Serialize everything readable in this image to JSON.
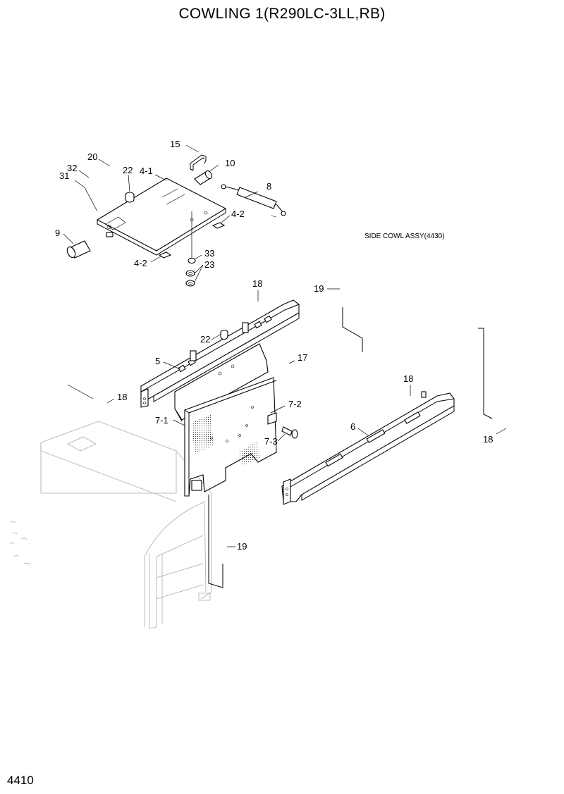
{
  "title": "COWLING 1(R290LC-3LL,RB)",
  "page_number": "4410",
  "reference_note": "SIDE COWL ASSY(4430)",
  "labels": {
    "p15": "15",
    "p10": "10",
    "p20": "20",
    "p32": "32",
    "p31": "31",
    "p22a": "22",
    "p4_1": "4-1",
    "p8": "8",
    "p4_2a": "4-2",
    "p9": "9",
    "p33": "33",
    "p4_2b": "4-2",
    "p23": "23",
    "p18a": "18",
    "p19a": "19",
    "p22b": "22",
    "p5": "5",
    "p17": "17",
    "p18b": "18",
    "p7_2": "7-2",
    "p7_1": "7-1",
    "p7_3": "7-3",
    "p18c": "18",
    "p6": "6",
    "p18d": "18",
    "p19b": "19"
  }
}
